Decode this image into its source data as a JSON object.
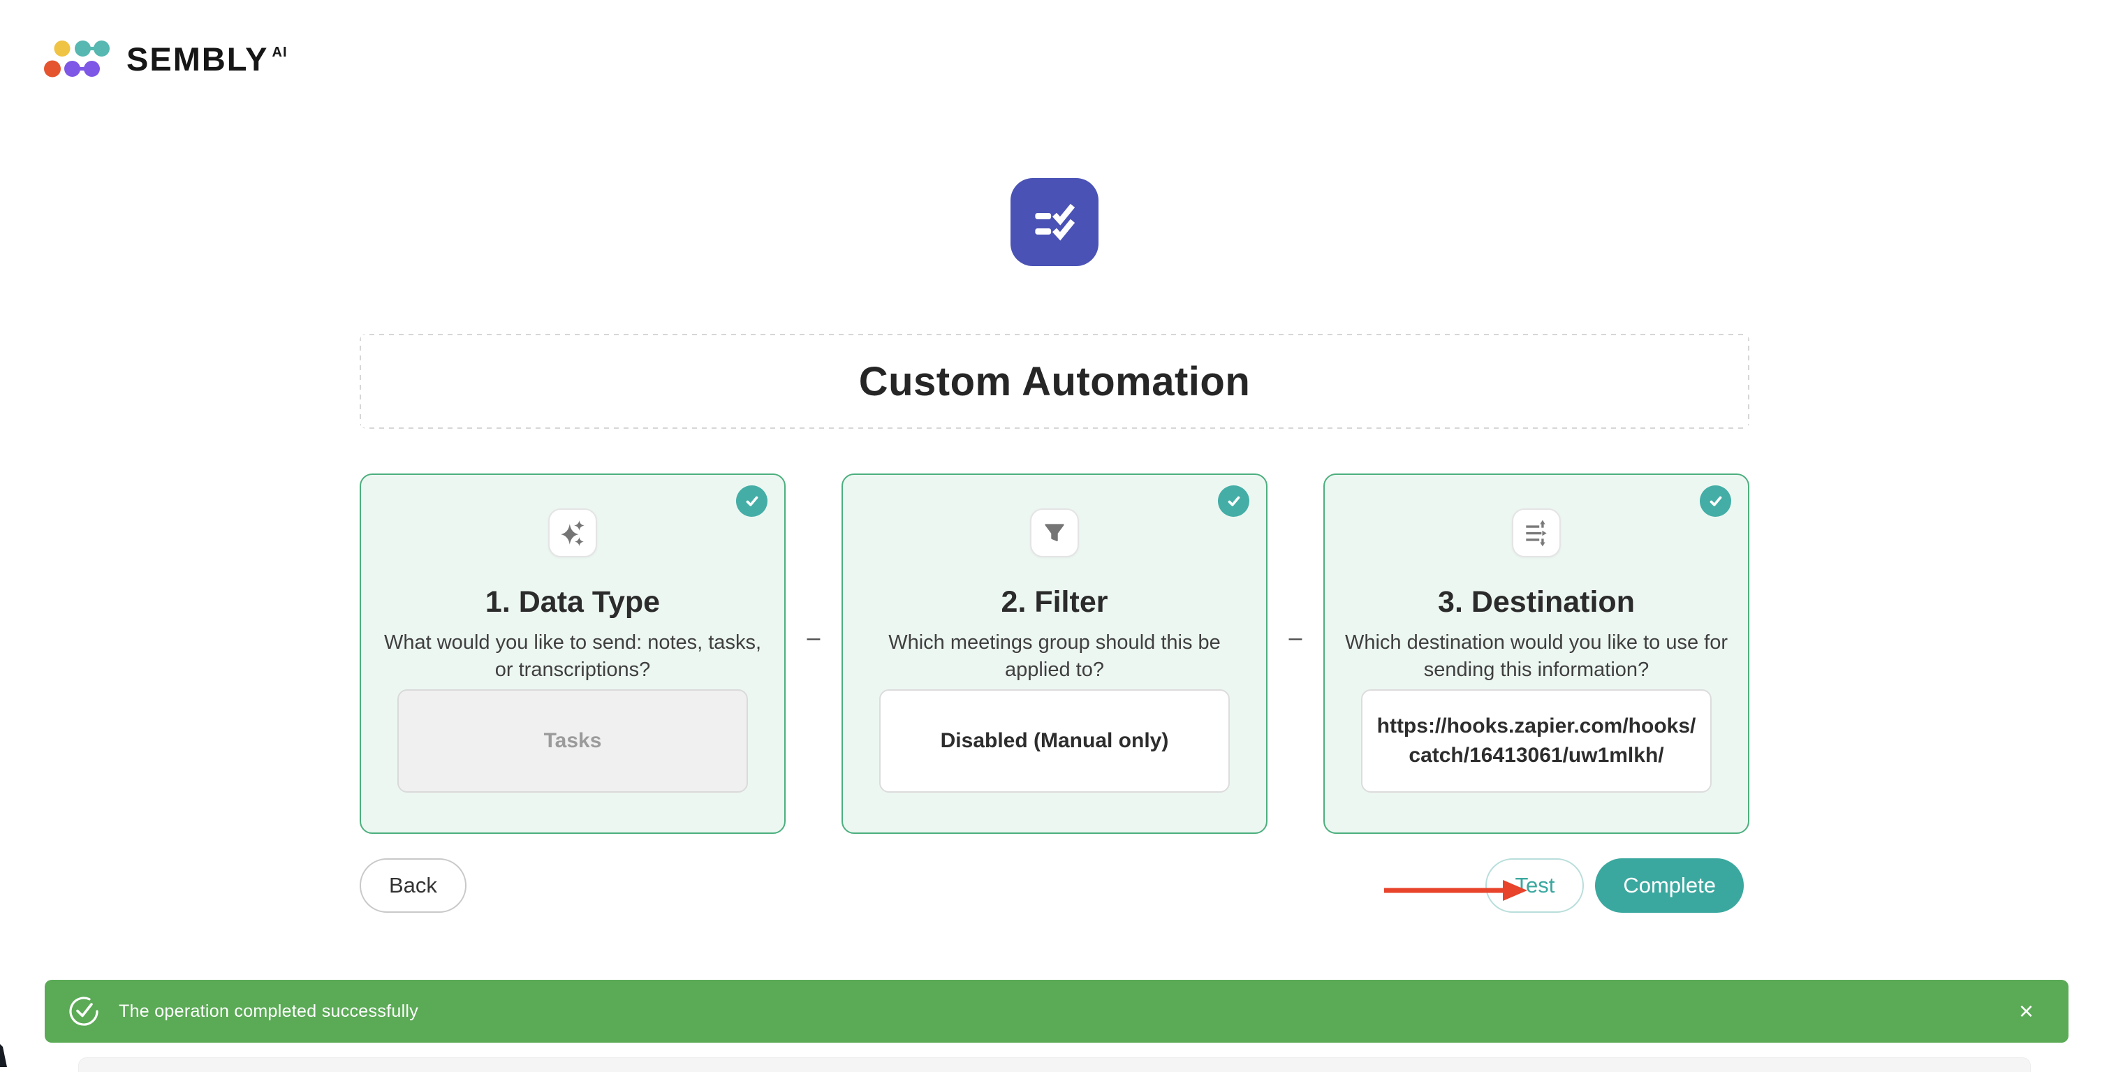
{
  "brand": {
    "name": "SEMBLY",
    "suffix": "AI"
  },
  "title": "Custom Automation",
  "separator": "–",
  "steps": [
    {
      "title": "1. Data Type",
      "description": "What would you like to send: notes, tasks, or transcriptions?",
      "value": "Tasks",
      "completed": true
    },
    {
      "title": "2. Filter",
      "description": "Which meetings group should this be applied to?",
      "value": "Disabled (Manual only)",
      "completed": true
    },
    {
      "title": "3. Destination",
      "description": "Which destination would you like to use for sending this information?",
      "value_lines": [
        "https://hooks.zapier.com/hooks/",
        "catch/16413061/uw1mlkh/"
      ],
      "completed": true
    }
  ],
  "buttons": {
    "back": "Back",
    "test": "Test",
    "complete": "Complete"
  },
  "toast": {
    "message": "The operation completed successfully",
    "close_icon": "×"
  },
  "icons": {
    "step1": "sparkles-icon",
    "step2": "filter-icon",
    "step3": "transfer-arrows-icon",
    "badge": "check-icon",
    "app": "checklist-icon",
    "toast": "success-check-icon"
  },
  "colors": {
    "app_icon_indigo": "#4a52b5",
    "card_border_green": "#4caf7e",
    "card_bg_mint": "#edf7f2",
    "badge_teal": "#44aea6",
    "accent_teal": "#3ba89f",
    "toast_green": "#5baa56",
    "annotation_red": "#e8432b",
    "logo_yellow": "#efc343",
    "logo_teal": "#56b8b0",
    "logo_orange": "#e4552f",
    "logo_purple": "#7e57e6"
  }
}
